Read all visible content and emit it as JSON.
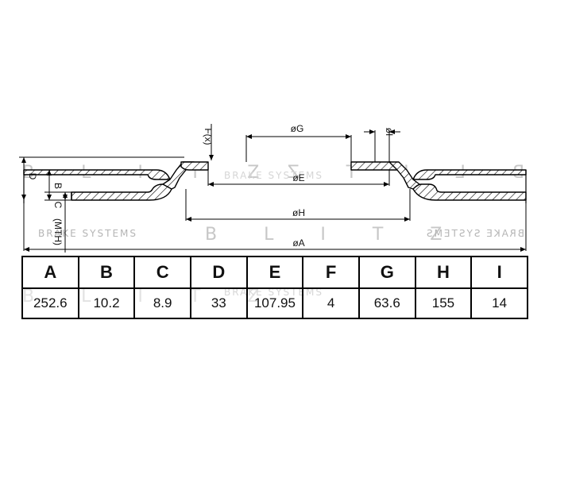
{
  "drawing": {
    "dimension_labels": {
      "D": "D",
      "B": "B",
      "C": "C",
      "MTH": "(MTH)",
      "F": "F(x)",
      "G": "øG",
      "I": "øI",
      "E": "øE",
      "H": "øH",
      "A": "øA"
    }
  },
  "watermark": {
    "brand": "B L I T Z",
    "tagline": "BRAKE SYSTEMS"
  },
  "table": {
    "headers": [
      "A",
      "B",
      "C",
      "D",
      "E",
      "F",
      "G",
      "H",
      "I"
    ],
    "values": [
      "252.6",
      "10.2",
      "8.9",
      "33",
      "107.95",
      "4",
      "63.6",
      "155",
      "14"
    ]
  }
}
